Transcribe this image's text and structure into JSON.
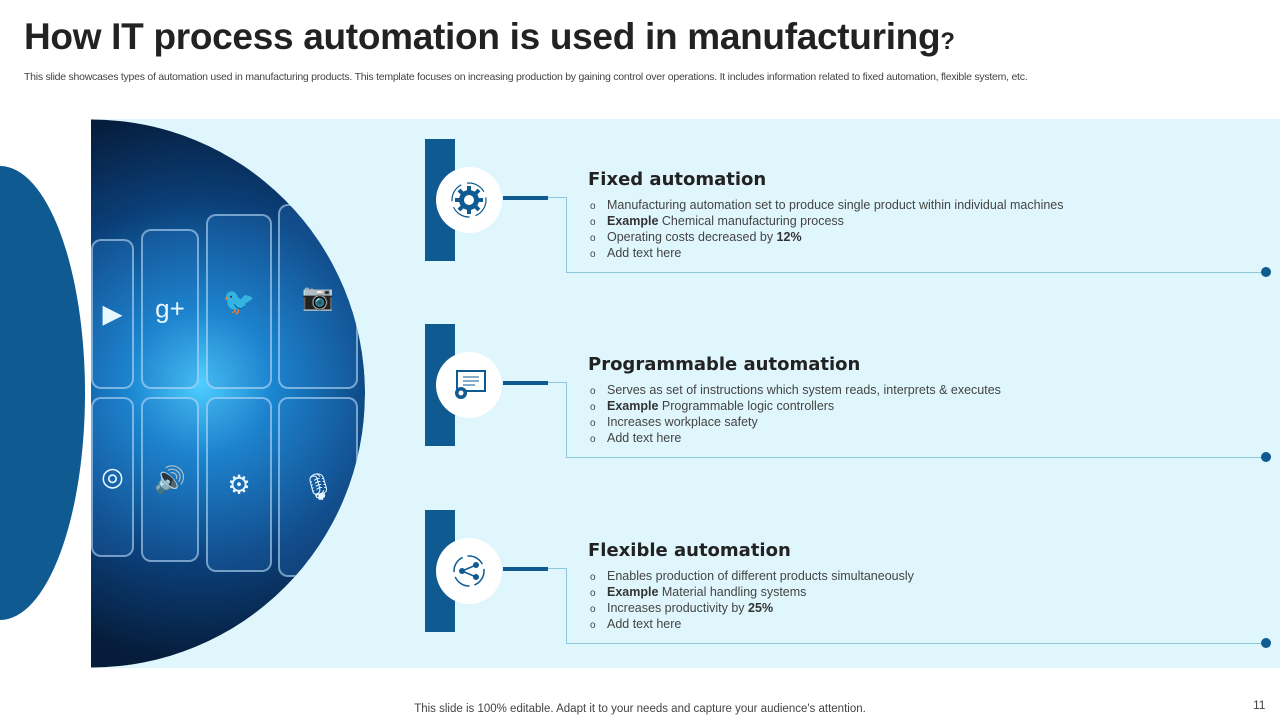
{
  "title": "How IT process automation is used in manufacturing",
  "title_mark": "?",
  "subtitle": "This slide showcases types of automation used in manufacturing products. This template focuses on increasing production by gaining control over operations. It includes information related to fixed automation, flexible system, etc.",
  "colors": {
    "accent": "#0f5a91",
    "panel": "#dff6fc"
  },
  "sections": [
    {
      "title": "Fixed automation",
      "icon": "gear-settings-icon",
      "bullets": [
        {
          "bold": "",
          "text": "Manufacturing  automation set to produce single product within individual  machines",
          "suffix": ""
        },
        {
          "bold": "Example",
          "text": " Chemical manufacturing  process",
          "suffix": ""
        },
        {
          "bold": "",
          "text": "Operating  costs decreased  by ",
          "suffix": "12%"
        },
        {
          "bold": "",
          "text": "Add text here",
          "suffix": ""
        }
      ]
    },
    {
      "title": "Programmable automation",
      "icon": "monitor-gear-icon",
      "bullets": [
        {
          "bold": "",
          "text": "Serves  as set of instructions which system reads,  interprets & executes",
          "suffix": ""
        },
        {
          "bold": "Example",
          "text": " Programmable logic controllers",
          "suffix": ""
        },
        {
          "bold": "",
          "text": "Increases  workplace  safety",
          "suffix": ""
        },
        {
          "bold": "",
          "text": "Add text here",
          "suffix": ""
        }
      ]
    },
    {
      "title": "Flexible automation",
      "icon": "network-cycle-icon",
      "bullets": [
        {
          "bold": "",
          "text": "Enables  production  of different  products  simultaneously",
          "suffix": ""
        },
        {
          "bold": "Example",
          "text": " Material handling  systems",
          "suffix": ""
        },
        {
          "bold": "",
          "text": "Increases  productivity  by ",
          "suffix": "25%"
        },
        {
          "bold": "",
          "text": "Add text here",
          "suffix": ""
        }
      ]
    }
  ],
  "footer": "This slide is 100% editable. Adapt it to your needs and capture your audience's attention.",
  "page_number": "11"
}
